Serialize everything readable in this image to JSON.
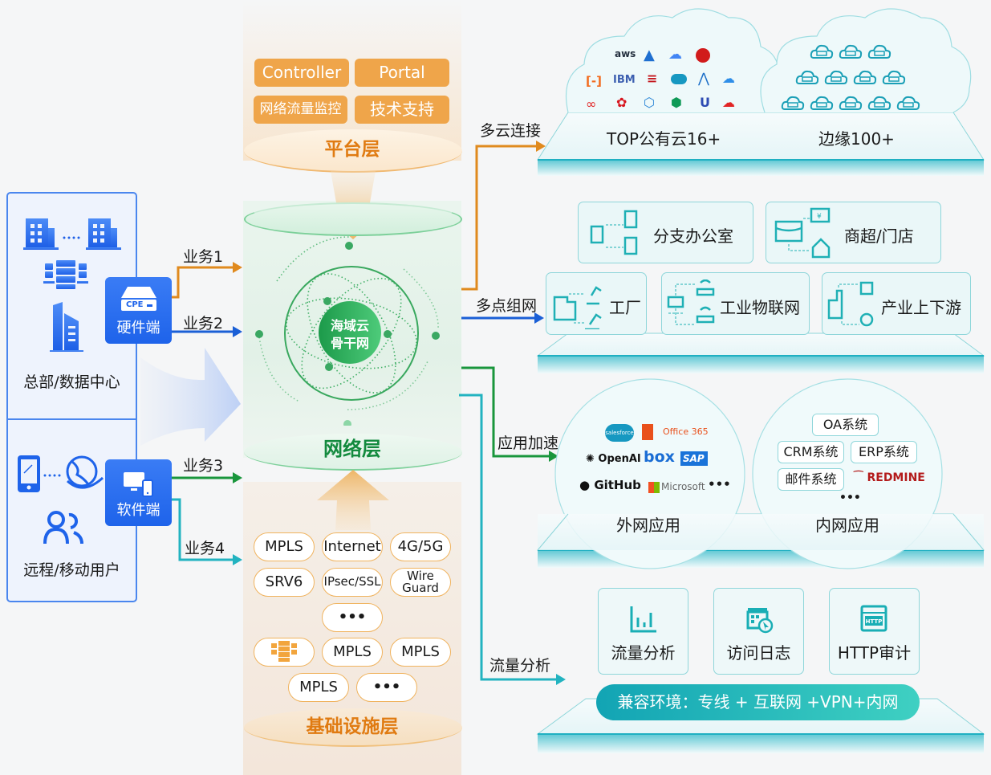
{
  "colors": {
    "hardware_blue": "#1e63ea",
    "platform_orange": "#efa54a",
    "platform_title": "#e07b12",
    "network_green": "#1a9a48",
    "teal": "#1db0bf",
    "line_orange": "#e08a1e",
    "line_blue": "#1a5fd6",
    "line_green": "#19963c",
    "line_teal": "#22b3c0"
  },
  "left": {
    "hq": {
      "label": "总部/数据中心",
      "icons": [
        "building-icon",
        "building-icon",
        "server-rack-icon",
        "office-tower-icon"
      ]
    },
    "remote": {
      "label": "远程/移动用户",
      "icons": [
        "smartphone-icon",
        "globe-hand-icon",
        "users-icon"
      ]
    },
    "hardware_endpoint": {
      "badge": "CPE",
      "label": "硬件端"
    },
    "software_endpoint": {
      "label": "软件端"
    }
  },
  "business_flows": [
    {
      "label": "业务1",
      "color": "#e08a1e"
    },
    {
      "label": "业务2",
      "color": "#1a5fd6"
    },
    {
      "label": "业务3",
      "color": "#19963c"
    },
    {
      "label": "业务4",
      "color": "#22b3c0"
    }
  ],
  "center": {
    "platform_layer": {
      "title": "平台层",
      "items": [
        "Controller",
        "Portal",
        "网络流量监控",
        "技术支持"
      ]
    },
    "network_layer": {
      "title": "网络层",
      "core_line1": "海域云",
      "core_line2": "骨干网"
    },
    "infrastructure_layer": {
      "title": "基础设施层",
      "rows": [
        [
          "MPLS",
          "Internet",
          "4G/5G"
        ],
        [
          "SRV6",
          "IPsec/SSL",
          "Wire Guard"
        ],
        [
          "•••"
        ],
        [
          "[server-icon]",
          "MPLS",
          "MPLS"
        ],
        [
          "MPLS",
          "•••"
        ]
      ],
      "wire_line1": "Wire",
      "wire_line2": "Guard"
    }
  },
  "right": {
    "multi_cloud": {
      "flow_label": "多云连接",
      "public_cloud": {
        "label": "TOP公有云16+",
        "logos": [
          "aws",
          "azure",
          "google-cloud",
          "oracle",
          "alibaba-cloud",
          "IBM",
          "equinix",
          "salesforce",
          "tencent",
          "baidu-cloud",
          "jd-cloud",
          "huawei",
          "kingsoft",
          "ucloud",
          "ucloud-u",
          "china-cloud"
        ]
      },
      "edge": {
        "label": "边缘100+",
        "node_count_shown": 12
      }
    },
    "multi_point": {
      "flow_label": "多点组网",
      "tiles": [
        {
          "label": "分支办公室",
          "icon": "branch-office-icon"
        },
        {
          "label": "商超/门店",
          "icon": "retail-store-icon"
        },
        {
          "label": "工厂",
          "icon": "factory-icon"
        },
        {
          "label": "工业物联网",
          "icon": "iot-icon"
        },
        {
          "label": "产业上下游",
          "icon": "supply-chain-icon"
        }
      ]
    },
    "app_accel": {
      "flow_label": "应用加速",
      "external": {
        "label": "外网应用",
        "logos": [
          "salesforce",
          "Office 365",
          "OpenAI",
          "box",
          "SAP",
          "GitHub",
          "Microsoft",
          "•••"
        ]
      },
      "internal": {
        "label": "内网应用",
        "systems": [
          "OA系统",
          "CRM系统",
          "ERP系统",
          "邮件系统",
          "REDMINE",
          "•••"
        ]
      }
    },
    "traffic": {
      "flow_label": "流量分析",
      "tiles": [
        {
          "label": "流量分析",
          "icon": "bar-chart-icon"
        },
        {
          "label": "访问日志",
          "icon": "calendar-click-icon"
        },
        {
          "label": "HTTP审计",
          "icon": "http-window-icon",
          "icon_text": "HTTP"
        }
      ],
      "compat": "兼容环境：专线 + 互联网 +VPN+内网"
    }
  }
}
